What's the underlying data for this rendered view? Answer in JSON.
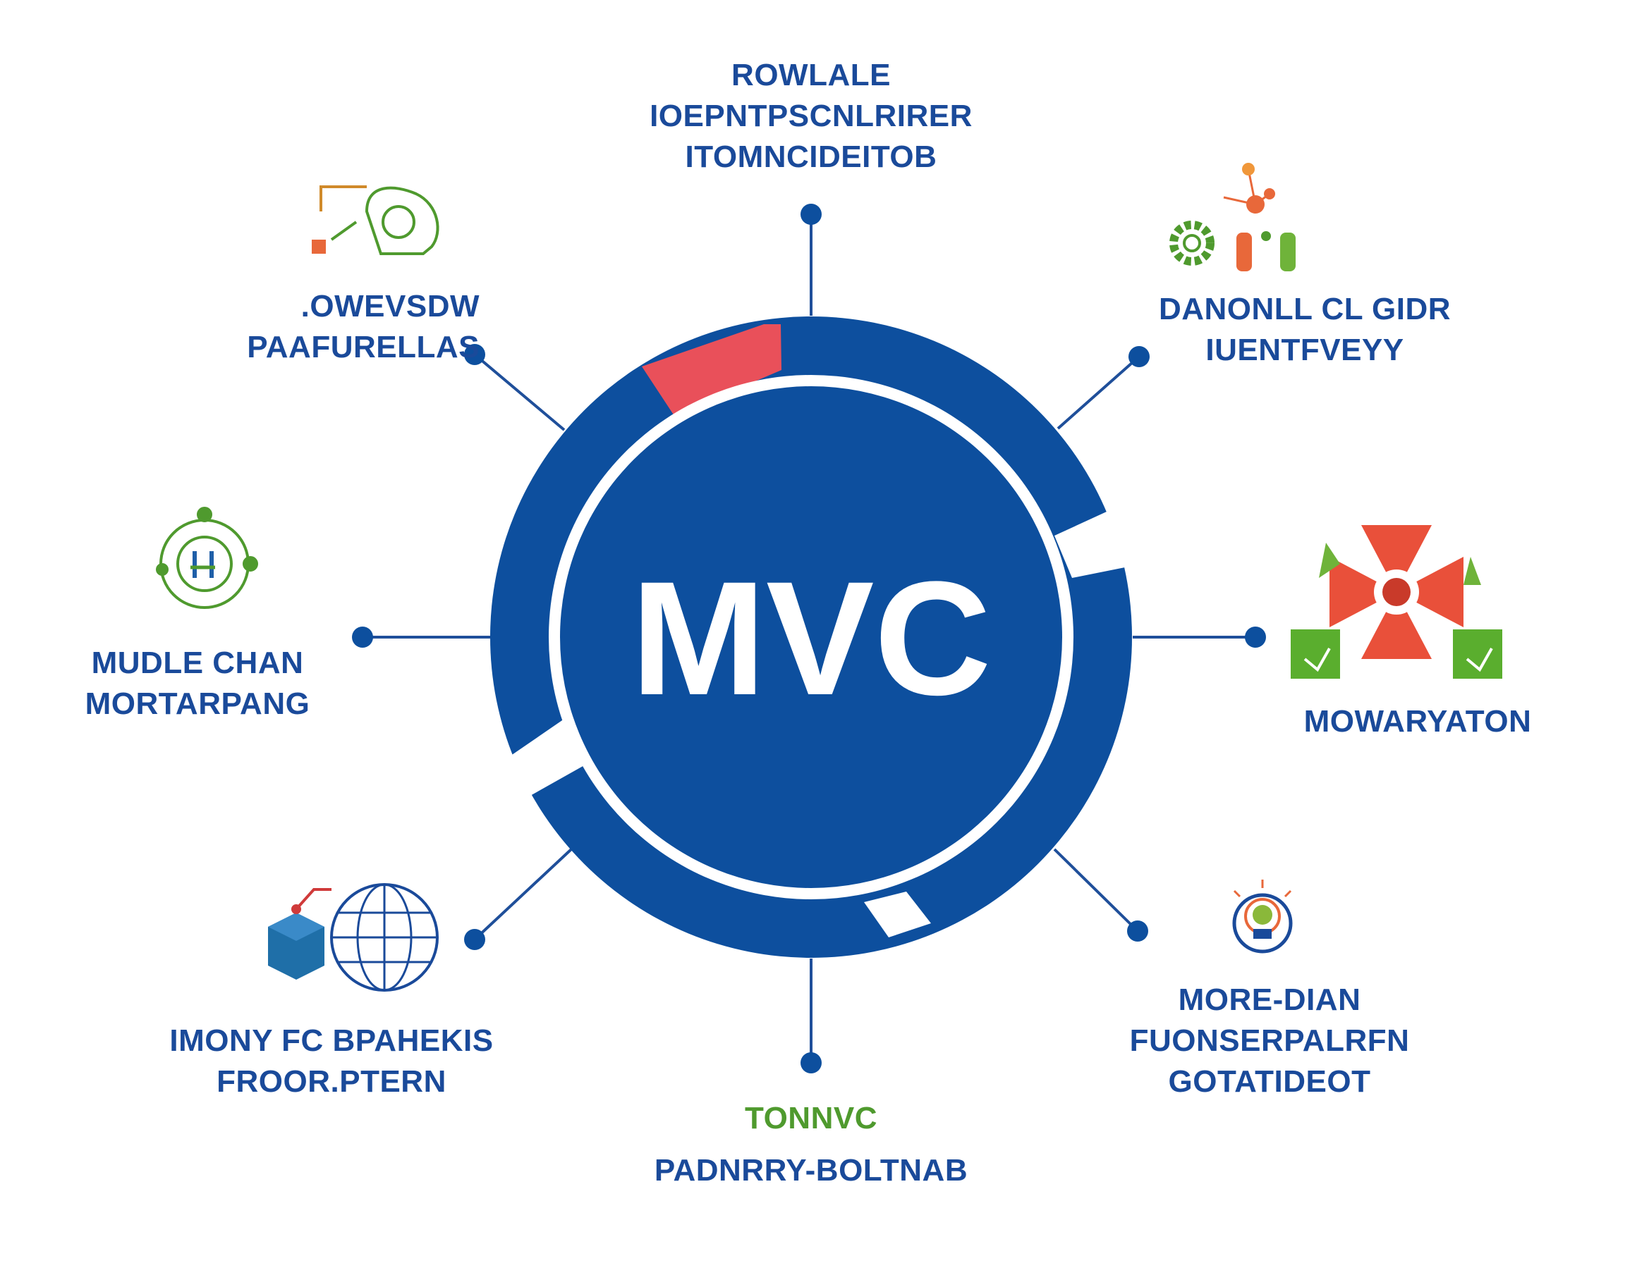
{
  "center": {
    "label": "MVC",
    "ring_color": "#0d4f9e",
    "accent_color": "#e9505a",
    "text_color": "#ffffff"
  },
  "colors": {
    "text": "#1a4a9a",
    "connector": "#1f4f9a",
    "icon_green": "#4f9a2e",
    "icon_orange": "#e8683a",
    "icon_blue": "#1f5fa8"
  },
  "nodes": {
    "top": {
      "lines": [
        "ROWLALE",
        "IOEPNTPSCNLRIRER",
        "ITOMNCIDEITOB"
      ],
      "icon": "none"
    },
    "top_left": {
      "lines": [
        ".OWEVSDW",
        "PAAFURELLAS"
      ],
      "icon": "head-circuit-icon"
    },
    "top_right": {
      "lines": [
        "DANONLL CL GIDR",
        "IUENTFVEYY"
      ],
      "icon": "gear-network-icon"
    },
    "left": {
      "lines": [
        "MUDLE CHAN",
        "MORTARPANG"
      ],
      "icon": "globe-circuit-icon"
    },
    "right": {
      "lines": [
        "MOWARYATON"
      ],
      "icon": "flower-puzzle-icon"
    },
    "bottom_left": {
      "lines": [
        "IMONY FC BPAHEKIS",
        "FROOR.PTERN"
      ],
      "icon": "cube-globe-icon"
    },
    "bottom_right": {
      "lines": [
        "MORE-DIAN",
        "FUONSERPALRFN",
        "GOTATIDEOT"
      ],
      "icon": "target-bulb-icon"
    },
    "bottom": {
      "lines": [
        "TONNVC",
        "PADNRRY-BOLTNAB"
      ],
      "icon": "none"
    }
  }
}
